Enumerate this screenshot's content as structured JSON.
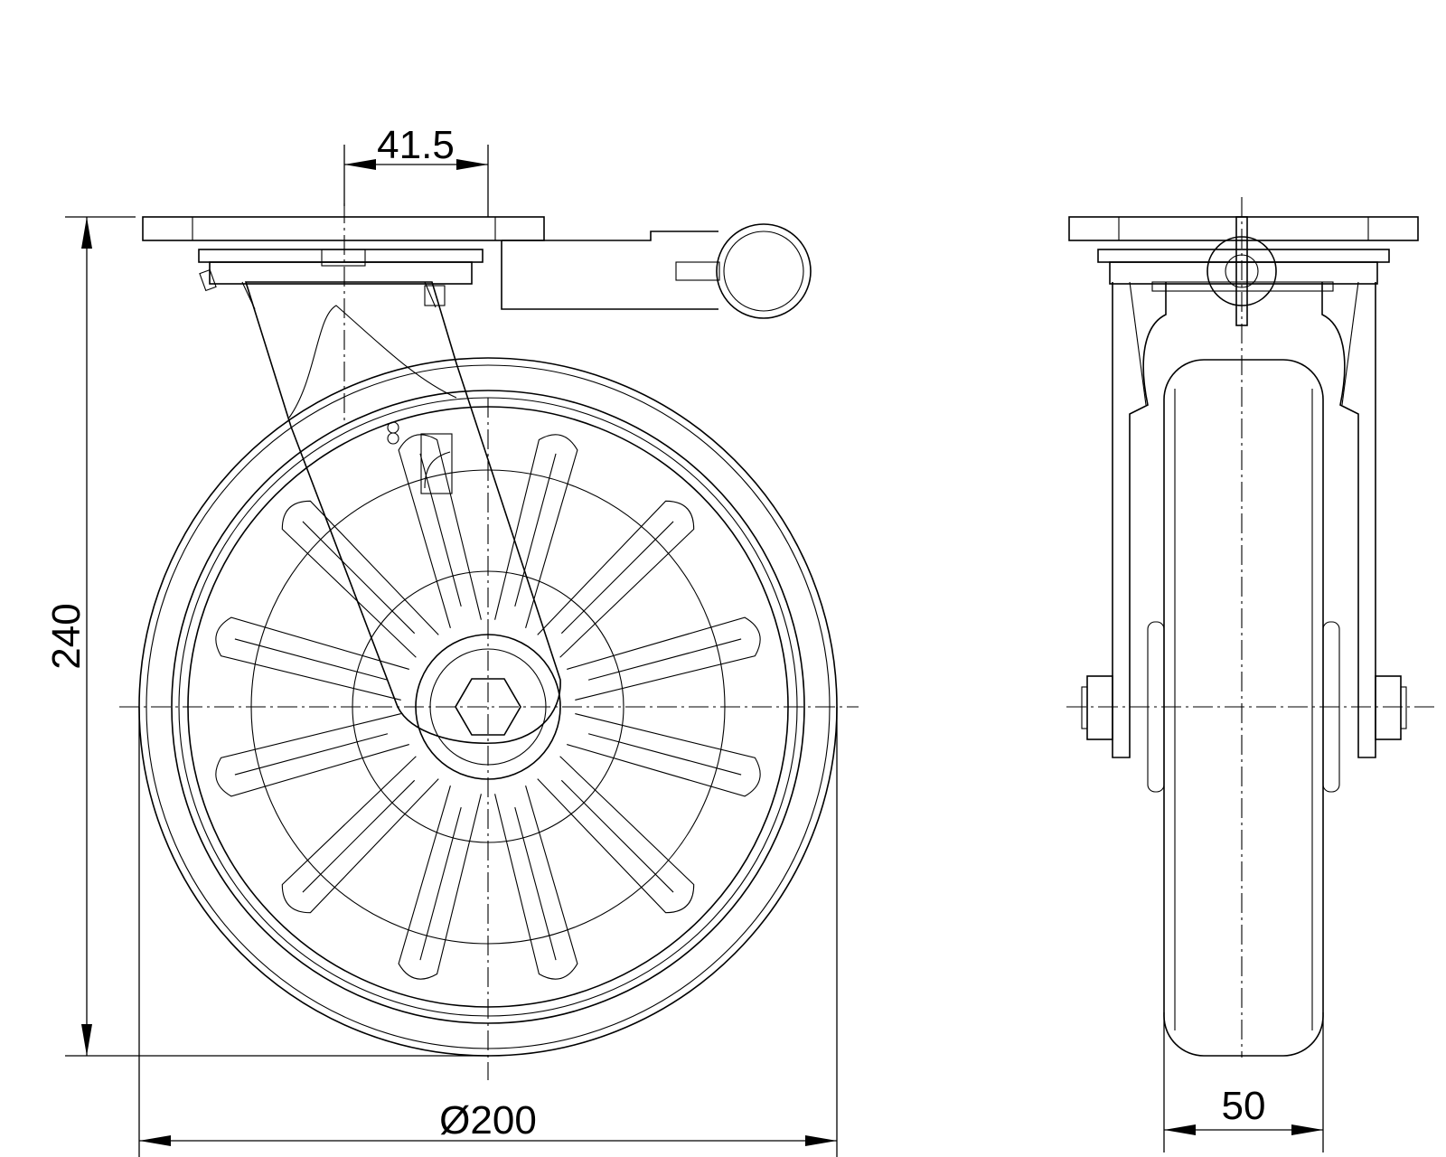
{
  "colors": {
    "line": "#000000",
    "background": "#ffffff"
  },
  "dimensions": {
    "offset": "41.5",
    "height": "240",
    "diameter": "Ø200",
    "width": "50"
  }
}
